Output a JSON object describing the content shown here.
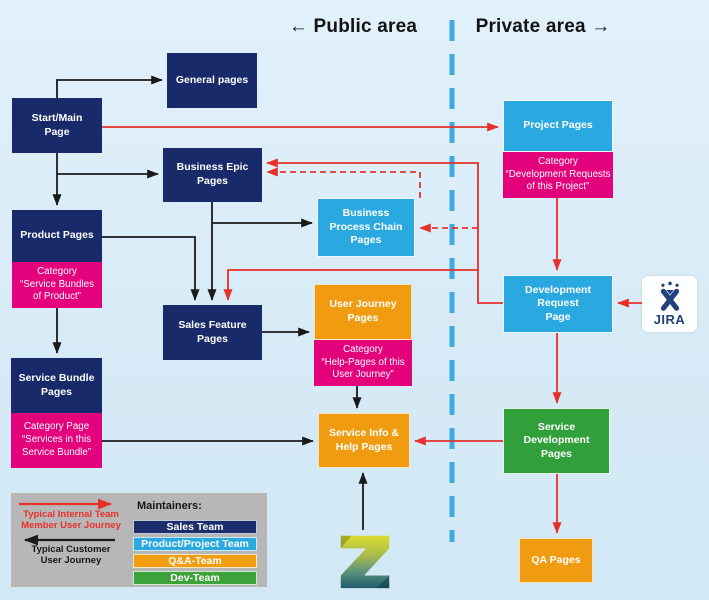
{
  "titles": {
    "public": "← Public area",
    "private": "Private area →"
  },
  "nodes": {
    "general_pages": {
      "label": "General pages"
    },
    "start_main_page": {
      "label": "Start/Main\nPage"
    },
    "business_epic_pages": {
      "label": "Business Epic\nPages"
    },
    "product_pages": {
      "label": "Product Pages",
      "category": "Category\n“Service Bundles\nof Product”"
    },
    "sales_feature_pages": {
      "label": "Sales Feature\nPages"
    },
    "service_bundle_pages": {
      "label": "Service Bundle\nPages",
      "category": "Category Page\n“Services in this\nService Bundle”"
    },
    "business_process_chain_pages": {
      "label": "Business\nProcess Chain\nPages"
    },
    "user_journey_pages": {
      "label": "User Journey Pages",
      "category": "Category\n“Help-Pages of this\nUser Journey”"
    },
    "service_info_help_pages": {
      "label": "Service Info &\nHelp Pages"
    },
    "project_pages": {
      "label": "Project Pages",
      "category": "Category\n“Development Requests\nof this Project”"
    },
    "development_request_page": {
      "label": "Development Request\nPage"
    },
    "service_development_pages": {
      "label": "Service Development\nPages"
    },
    "qa_pages": {
      "label": "QA Pages"
    }
  },
  "jira": {
    "label": "JIRA"
  },
  "legend": {
    "internal_journey_label": "Typical Internal Team\nMember User Journey",
    "customer_journey_label": "Typical Customer\nUser Journey",
    "maintainers_title": "Maintainers:",
    "teams": [
      {
        "label": "Sales Team",
        "color": "#1b2d6b"
      },
      {
        "label": "Product/Project Team",
        "color": "#2aa9e1"
      },
      {
        "label": "Q&A-Team",
        "color": "#f29c0f"
      },
      {
        "label": "Dev-Team",
        "color": "#3ba339"
      }
    ]
  },
  "colors": {
    "background": "#d9ecf7",
    "navy": "#182a6a",
    "light_blue": "#2aa9e1",
    "pink": "#e4017c",
    "orange": "#f19c10",
    "green": "#31a03a",
    "red_arrow": "#e8302a",
    "black_arrow": "#1a1a1a",
    "divider_blue": "#3fa9e0"
  }
}
